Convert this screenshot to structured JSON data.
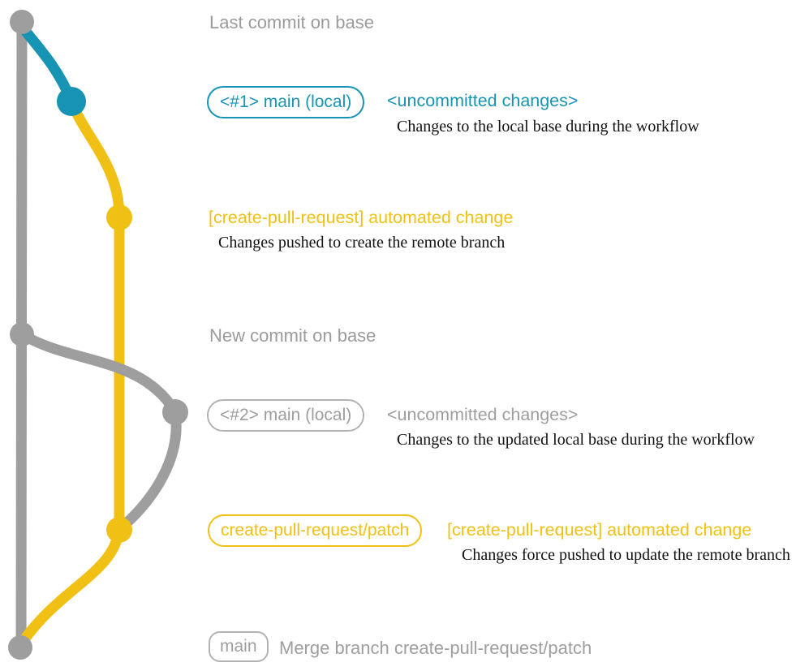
{
  "colors": {
    "blue": "#1794b4",
    "yellow": "#f0c114",
    "gray": "#9e9e9e",
    "gray_border": "#b3b3b3",
    "text_gray": "#9b9b9b",
    "desc_black": "#111111"
  },
  "sections": {
    "last_commit": {
      "label": "Last commit on base"
    },
    "local1": {
      "badge": "<#1> main (local)",
      "status": "<uncommitted changes>",
      "description": "Changes to the local base during the workflow"
    },
    "push1": {
      "message": "[create-pull-request] automated change",
      "description": "Changes pushed to create the remote branch"
    },
    "new_commit": {
      "label": "New commit on base"
    },
    "local2": {
      "badge": "<#2> main (local)",
      "status": "<uncommitted changes>",
      "description": "Changes to the updated local base during the workflow"
    },
    "push2": {
      "badge": "create-pull-request/patch",
      "message": "[create-pull-request] automated change",
      "description": "Changes force pushed to update the remote branch"
    },
    "merge": {
      "badge": "main",
      "message": "Merge branch create-pull-request/patch"
    }
  },
  "graph": {
    "branches": [
      "base",
      "main-local",
      "create-pull-request/patch"
    ],
    "commits": [
      "last-commit-on-base",
      "uncommitted-changes-1",
      "automated-change-push-1",
      "new-commit-on-base",
      "uncommitted-changes-2",
      "automated-change-force-push",
      "merge-commit"
    ]
  }
}
